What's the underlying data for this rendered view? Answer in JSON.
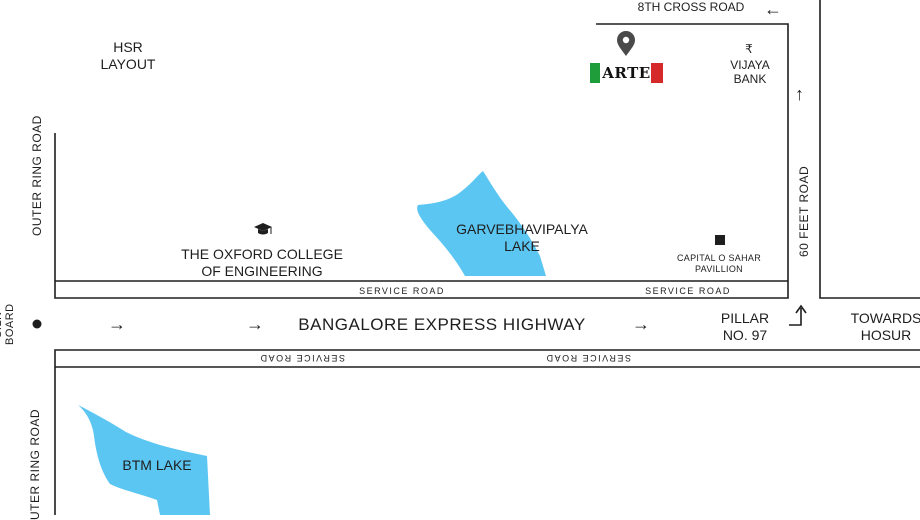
{
  "areas": {
    "hsr_layout": "HSR\nLAYOUT",
    "oxford": "THE OXFORD COLLEGE\nOF ENGINEERING",
    "garvebhavipalya": "GARVEBHAVIPALYA\nLAKE",
    "capital_o": "CAPITAL O SAHAR\nPAVILLION",
    "vijaya_bank": "VIJAYA\nBANK",
    "btm_lake": "BTM LAKE",
    "pillar": "PILLAR\nNO. 97",
    "towards_hosur": "TOWARDS\nHOSUR",
    "silk_board": "SILK\nBOARD"
  },
  "roads": {
    "cross_road": "8TH CROSS ROAD",
    "outer_ring_top": "OUTER RING ROAD",
    "outer_ring_bottom": "UTER RING ROAD",
    "sixty_feet": "60 FEET ROAD",
    "highway": "BANGALORE EXPRESS HIGHWAY",
    "service_road": "SERVICE ROAD"
  },
  "brand": "ARTE",
  "icons": {
    "location_pin": "location-pin-icon",
    "graduation_cap": "graduation-cap-icon",
    "rupee": "₹",
    "square": "square-marker-icon"
  },
  "colors": {
    "lake": "#5cc6f2",
    "road_line": "#1e1e1e",
    "brand_green": "#1f9d3a",
    "brand_red": "#d62a2a"
  }
}
